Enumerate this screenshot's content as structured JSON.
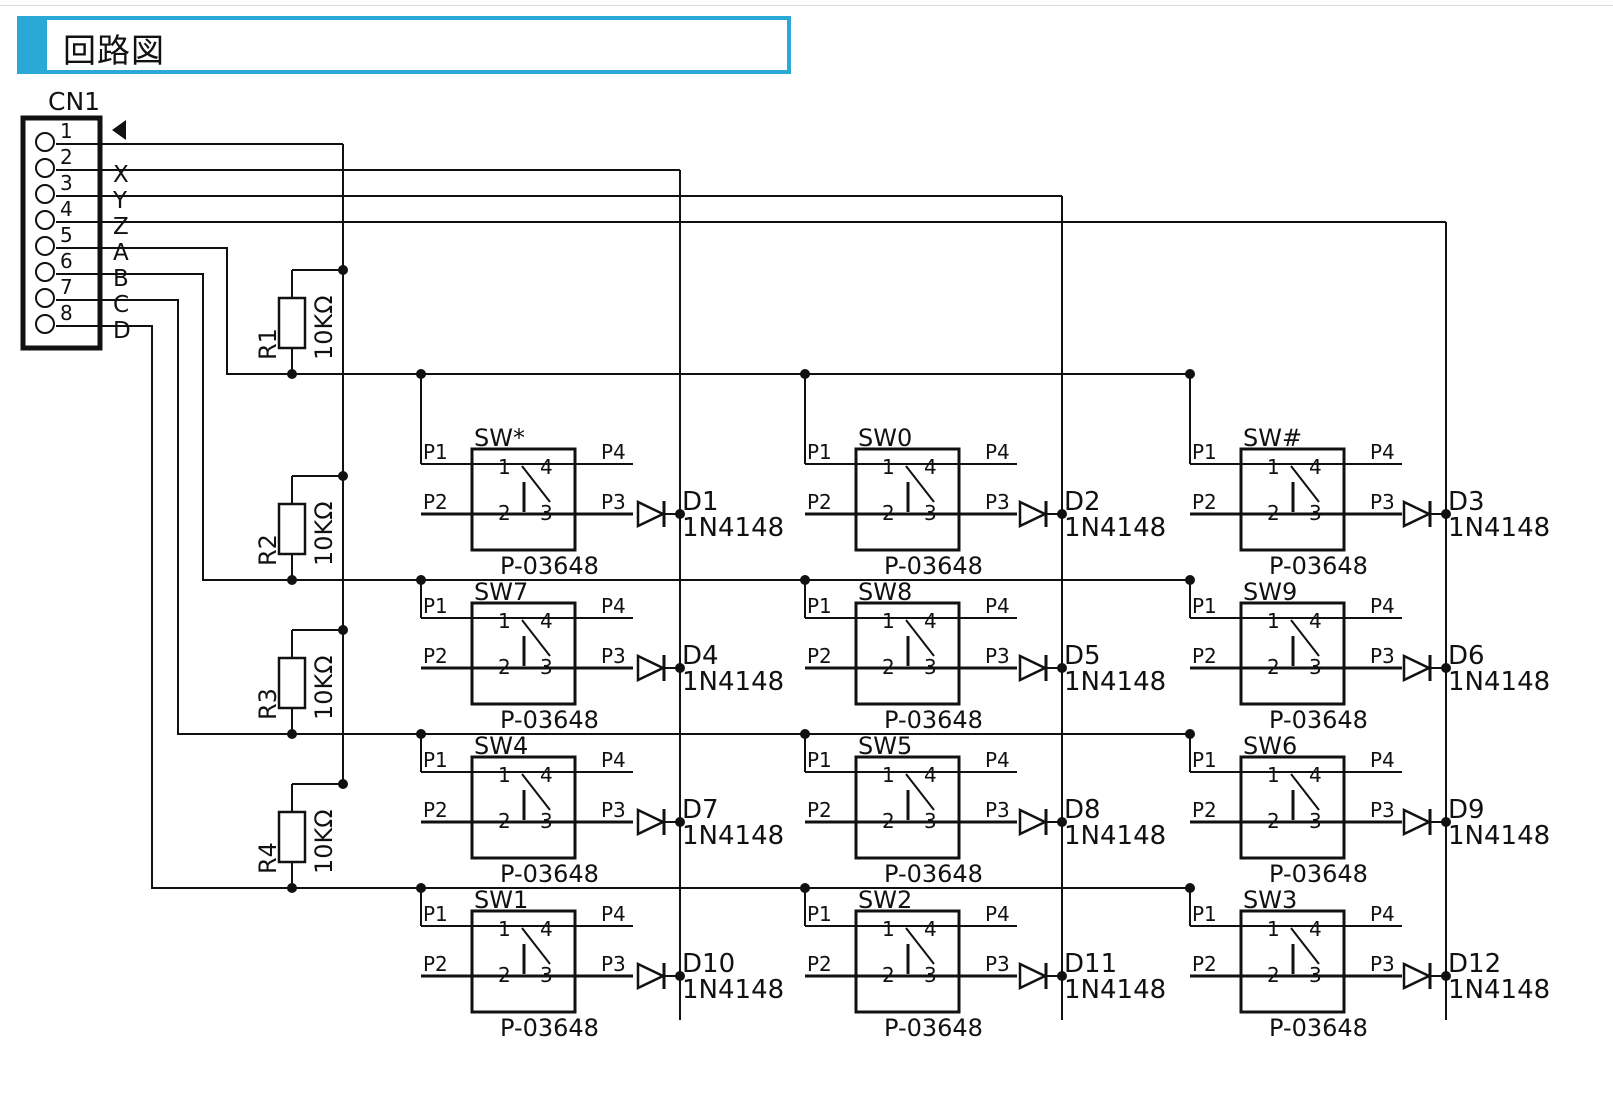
{
  "title": "回路図",
  "colors": {
    "title_border": "#2aa8d6",
    "line": "#111111"
  },
  "connector": {
    "ref": "CN1",
    "pins": [
      {
        "num": "1",
        "signal": "◀"
      },
      {
        "num": "2",
        "signal": "X"
      },
      {
        "num": "3",
        "signal": "Y"
      },
      {
        "num": "4",
        "signal": "Z"
      },
      {
        "num": "5",
        "signal": "A"
      },
      {
        "num": "6",
        "signal": "B"
      },
      {
        "num": "7",
        "signal": "C"
      },
      {
        "num": "8",
        "signal": "D"
      }
    ]
  },
  "resistors": [
    {
      "ref": "R1",
      "value": "10KΩ"
    },
    {
      "ref": "R2",
      "value": "10KΩ"
    },
    {
      "ref": "R3",
      "value": "10KΩ"
    },
    {
      "ref": "R4",
      "value": "10KΩ"
    }
  ],
  "switch_pins": {
    "p1": "P1",
    "p2": "P2",
    "p3": "P3",
    "p4": "P4",
    "n1": "1",
    "n2": "2",
    "n3": "3",
    "n4": "4"
  },
  "switch_part": "P-03648",
  "switches": [
    [
      "SW*",
      "SW0",
      "SW#"
    ],
    [
      "SW7",
      "SW8",
      "SW9"
    ],
    [
      "SW4",
      "SW5",
      "SW6"
    ],
    [
      "SW1",
      "SW2",
      "SW3"
    ]
  ],
  "diodes": [
    [
      "D1",
      "D2",
      "D3"
    ],
    [
      "D4",
      "D5",
      "D6"
    ],
    [
      "D7",
      "D8",
      "D9"
    ],
    [
      "D10",
      "D11",
      "D12"
    ]
  ],
  "diode_part": "1N4148"
}
